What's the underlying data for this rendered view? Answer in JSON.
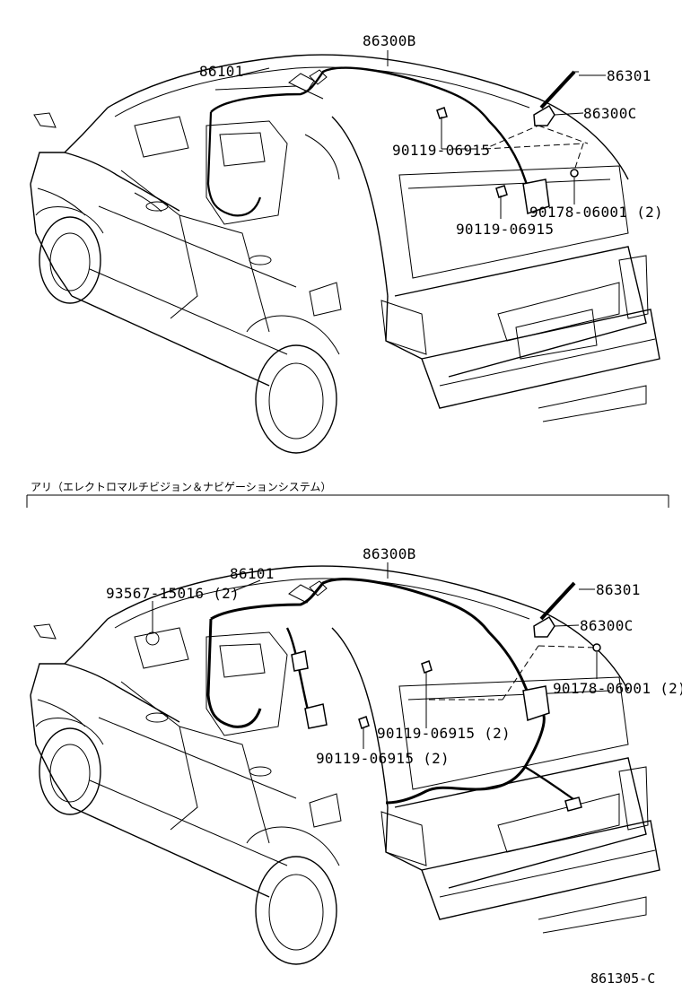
{
  "top": {
    "labels": {
      "p86300B": "86300B",
      "p86101": "86101",
      "p86301": "86301",
      "p86300C": "86300C",
      "p90119a": "90119-06915",
      "p90119b": "90119-06915",
      "p90178": "90178-06001 (2)"
    }
  },
  "section_note": "アリ（エレクトロマルチビジョン＆ナビゲーションシステム）",
  "bottom": {
    "labels": {
      "p86300B": "86300B",
      "p86101": "86101",
      "p93567": "93567-15016 (2)",
      "p86301": "86301",
      "p86300C": "86300C",
      "p90178": "90178-06001 (2)",
      "p90119a": "90119-06915 (2)",
      "p90119b": "90119-06915 (2)"
    }
  },
  "diagram_code": "861305-C"
}
